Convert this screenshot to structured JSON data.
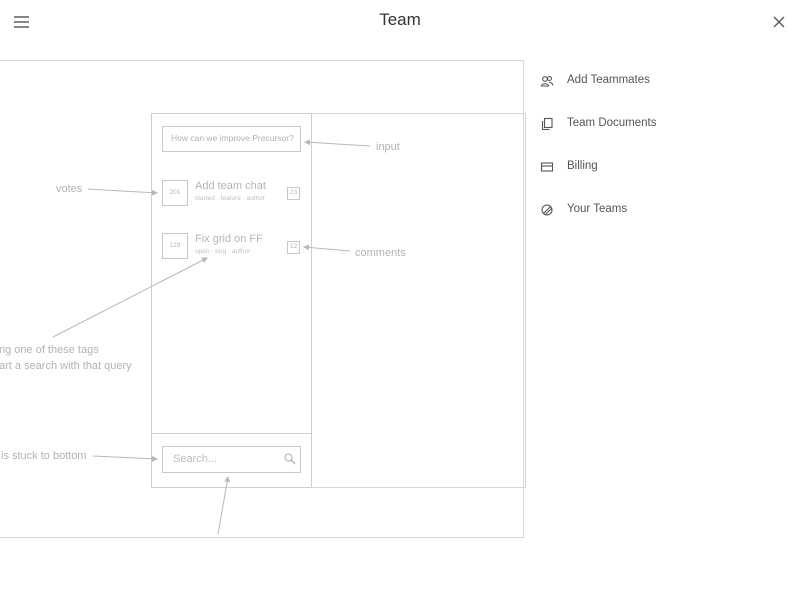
{
  "header": {
    "title": "Team",
    "menu_icon": "hamburger-icon",
    "close_icon": "close-icon"
  },
  "wireframe": {
    "input_placeholder": "How can we improve Precursor?",
    "items": [
      {
        "votes": "201",
        "title": "Add team chat",
        "tags": "started · feature · author",
        "comments": "23"
      },
      {
        "votes": "129",
        "title": "Fix grid on FF",
        "tags": "open · bug · author",
        "comments": "12"
      }
    ],
    "search_placeholder": "Search..."
  },
  "annotations": {
    "input": "input",
    "votes": "votes",
    "comments": "comments",
    "tags_line1": "ng one of these tags",
    "tags_line2": "art a search with that query",
    "stuck": "is stuck to bottom"
  },
  "side_menu": {
    "items": [
      {
        "label": "Add Teammates",
        "icon": "add-teammates-icon"
      },
      {
        "label": "Team Documents",
        "icon": "documents-icon"
      },
      {
        "label": "Billing",
        "icon": "credit-card-icon"
      },
      {
        "label": "Your Teams",
        "icon": "teams-icon"
      }
    ]
  },
  "colors": {
    "wireframe_line": "#d6d6d6",
    "wireframe_text": "#b5b5b5",
    "menu_text": "#555555",
    "title_text": "#333333"
  }
}
